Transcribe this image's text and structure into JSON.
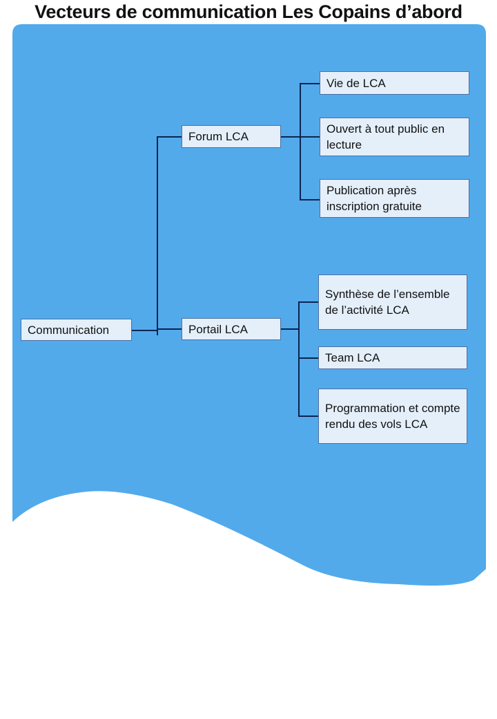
{
  "title": "Vecteurs de communication Les Copains d’abord",
  "colors": {
    "background": "#52aaeb",
    "box_fill": "#e4effa",
    "connector": "#0d2350"
  },
  "tree": {
    "root": "Communication",
    "branches": [
      {
        "label": "Forum LCA",
        "children": [
          "Vie de LCA",
          "Ouvert à tout public en lecture",
          "Publication après inscription gratuite"
        ]
      },
      {
        "label": "Portail LCA",
        "children": [
          "Synthèse de l’ensemble de l’activité LCA",
          "Team LCA",
          "Programmation et compte rendu des vols LCA"
        ]
      }
    ]
  }
}
